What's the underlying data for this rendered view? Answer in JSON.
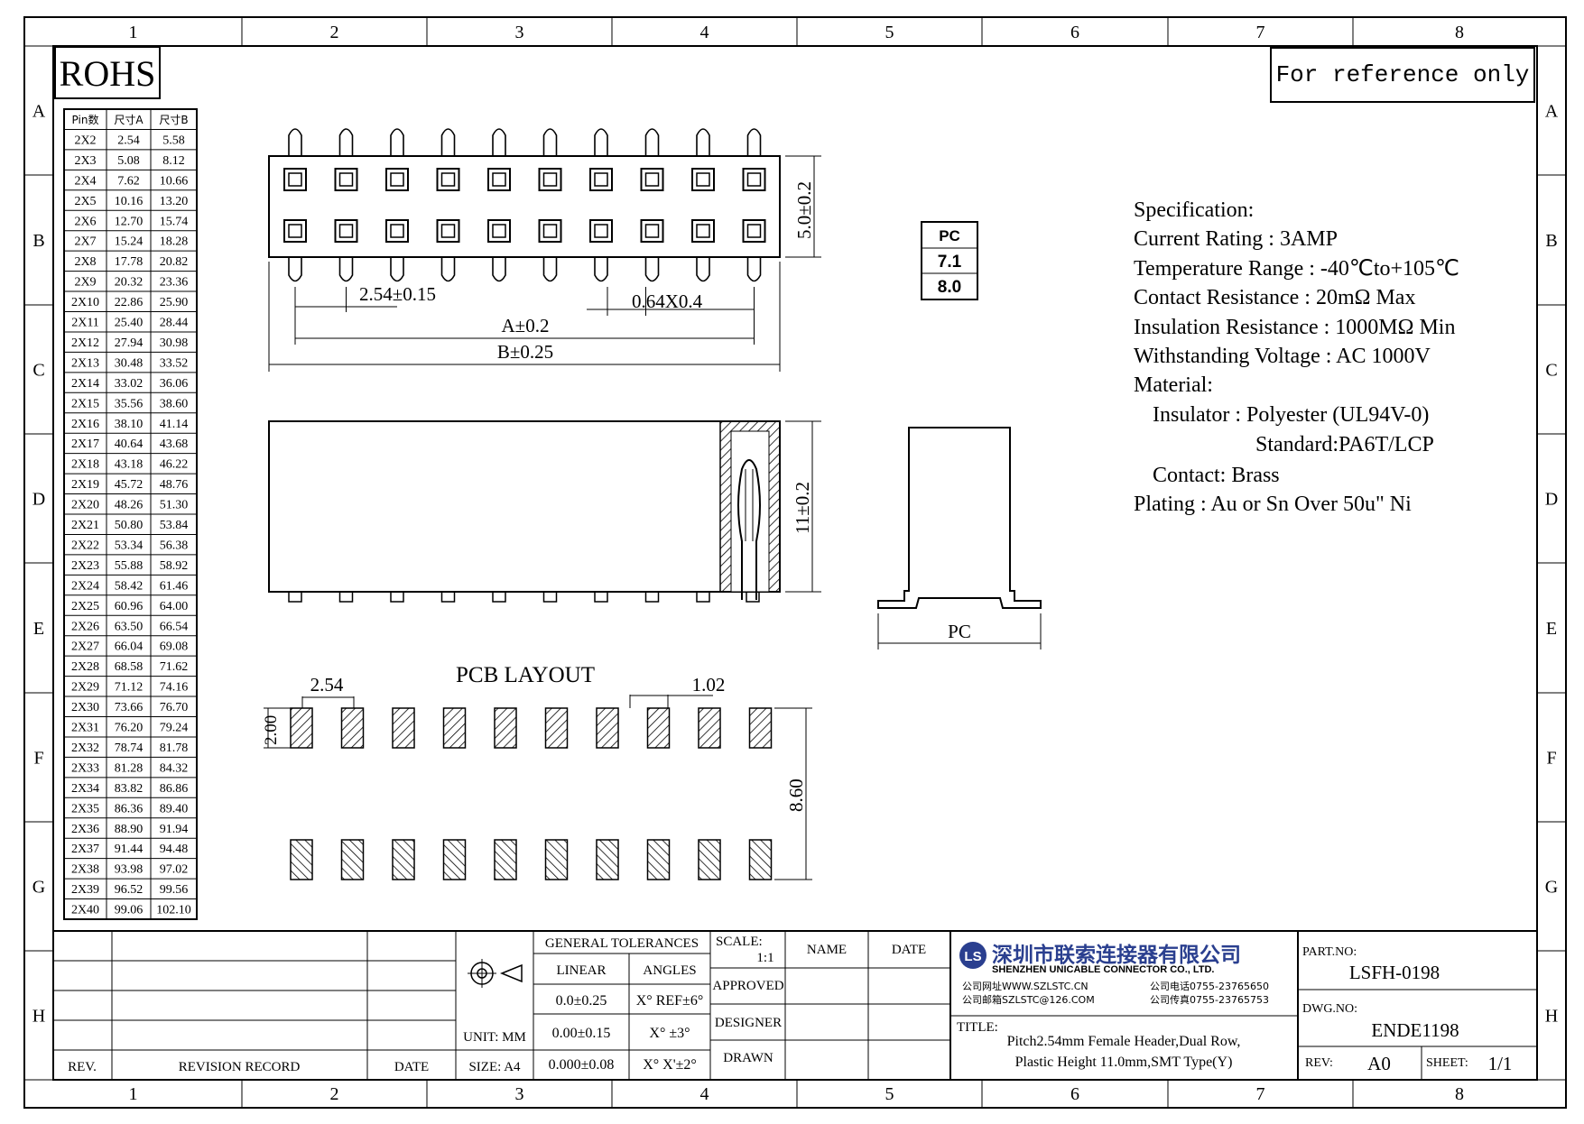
{
  "frame": {
    "col_labels": [
      "1",
      "2",
      "3",
      "4",
      "5",
      "6",
      "7",
      "8"
    ],
    "row_labels": [
      "A",
      "B",
      "C",
      "D",
      "E",
      "F",
      "G",
      "H"
    ]
  },
  "rohs": "ROHS",
  "reference_note": "For reference only",
  "pin_table": {
    "headers": [
      "Pin数",
      "尺寸A",
      "尺寸B"
    ],
    "rows": [
      [
        "2X2",
        "2.54",
        "5.58"
      ],
      [
        "2X3",
        "5.08",
        "8.12"
      ],
      [
        "2X4",
        "7.62",
        "10.66"
      ],
      [
        "2X5",
        "10.16",
        "13.20"
      ],
      [
        "2X6",
        "12.70",
        "15.74"
      ],
      [
        "2X7",
        "15.24",
        "18.28"
      ],
      [
        "2X8",
        "17.78",
        "20.82"
      ],
      [
        "2X9",
        "20.32",
        "23.36"
      ],
      [
        "2X10",
        "22.86",
        "25.90"
      ],
      [
        "2X11",
        "25.40",
        "28.44"
      ],
      [
        "2X12",
        "27.94",
        "30.98"
      ],
      [
        "2X13",
        "30.48",
        "33.52"
      ],
      [
        "2X14",
        "33.02",
        "36.06"
      ],
      [
        "2X15",
        "35.56",
        "38.60"
      ],
      [
        "2X16",
        "38.10",
        "41.14"
      ],
      [
        "2X17",
        "40.64",
        "43.68"
      ],
      [
        "2X18",
        "43.18",
        "46.22"
      ],
      [
        "2X19",
        "45.72",
        "48.76"
      ],
      [
        "2X20",
        "48.26",
        "51.30"
      ],
      [
        "2X21",
        "50.80",
        "53.84"
      ],
      [
        "2X22",
        "53.34",
        "56.38"
      ],
      [
        "2X23",
        "55.88",
        "58.92"
      ],
      [
        "2X24",
        "58.42",
        "61.46"
      ],
      [
        "2X25",
        "60.96",
        "64.00"
      ],
      [
        "2X26",
        "63.50",
        "66.54"
      ],
      [
        "2X27",
        "66.04",
        "69.08"
      ],
      [
        "2X28",
        "68.58",
        "71.62"
      ],
      [
        "2X29",
        "71.12",
        "74.16"
      ],
      [
        "2X30",
        "73.66",
        "76.70"
      ],
      [
        "2X31",
        "76.20",
        "79.24"
      ],
      [
        "2X32",
        "78.74",
        "81.78"
      ],
      [
        "2X33",
        "81.28",
        "84.32"
      ],
      [
        "2X34",
        "83.82",
        "86.86"
      ],
      [
        "2X35",
        "86.36",
        "89.40"
      ],
      [
        "2X36",
        "88.90",
        "91.94"
      ],
      [
        "2X37",
        "91.44",
        "94.48"
      ],
      [
        "2X38",
        "93.98",
        "97.02"
      ],
      [
        "2X39",
        "96.52",
        "99.56"
      ],
      [
        "2X40",
        "99.06",
        "102.10"
      ]
    ]
  },
  "dims": {
    "height_top": "5.0±0.2",
    "pitch": "2.54±0.15",
    "pin_size": "0.64X0.4",
    "a_dim": "A±0.2",
    "b_dim": "B±0.25",
    "height_side": "11±0.2",
    "pc_label": "PC",
    "pcb_title": "PCB LAYOUT",
    "pcb_pitch": "2.54",
    "pad_width": "1.02",
    "pad_height": "2.00",
    "pad_span": "8.60"
  },
  "pc_table": [
    "PC",
    "7.1",
    "8.0"
  ],
  "specification": [
    "Specification:",
    "Current Rating : 3AMP",
    "Temperature Range : -40℃to+105℃",
    "Contact Resistance : 20mΩ Max",
    "Insulation Resistance : 1000MΩ Min",
    "Withstanding Voltage : AC 1000V",
    "Material:",
    "Insulator : Polyester (UL94V-0)",
    "Standard:PA6T/LCP",
    "Contact: Brass",
    "Plating : Au or Sn Over 50u\" Ni"
  ],
  "title_block": {
    "rev": "REV.",
    "revision_record": "REVISION RECORD",
    "date": "DATE",
    "unit": "UNIT: MM",
    "size": "SIZE: A4",
    "general_tolerances": "GENERAL TOLERANCES",
    "linear": "LINEAR",
    "angles": "ANGLES",
    "lin1": "0.0±0.25",
    "lin2": "0.00±0.15",
    "lin3": "0.000±0.08",
    "ang1": "X° REF±6°",
    "ang2": "X° ±3°",
    "ang3": "X° X'±2°",
    "scale": "SCALE:",
    "scale_value": "1:1",
    "name": "NAME",
    "date2": "DATE",
    "approved": "APPROVED",
    "designer": "DESIGNER",
    "drawn": "DRAWN",
    "company_cn": "深圳市联索连接器有限公司",
    "company_en": "SHENZHEN UNICABLE CONNECTOR CO., LTD.",
    "web": "公司网址WWW.SZLSTC.CN",
    "mail": "公司邮箱SZLSTC@126.COM",
    "tel": "公司电话0755-23765650",
    "fax": "公司传真0755-23765753",
    "title_label": "TITLE:",
    "title_line1": "Pitch2.54mm Female Header,Dual Row,",
    "title_line2": "Plastic Height 11.0mm,SMT Type(Y)",
    "part_no_label": "PART.NO:",
    "part_no": "LSFH-0198",
    "dwg_no_label": "DWG.NO:",
    "dwg_no": "ENDE1198",
    "rev_label": "REV:",
    "rev_value": "A0",
    "sheet_label": "SHEET:",
    "sheet_value": "1/1"
  }
}
